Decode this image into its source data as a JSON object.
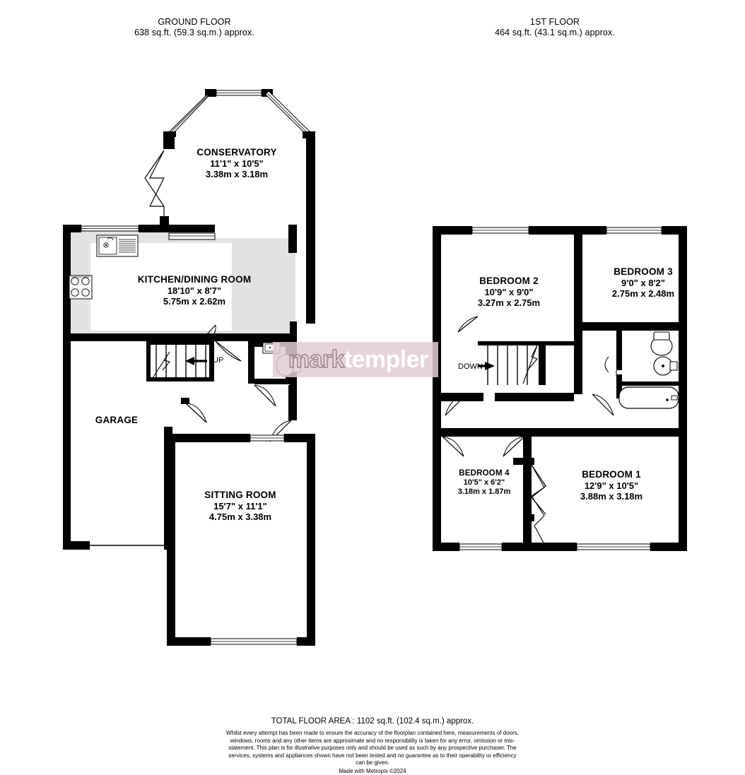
{
  "document": {
    "type": "estate-agent-floorplan",
    "branding_watermark": {
      "text_light": "mark",
      "text_bold": "templer",
      "band_color": "#e3cdd2",
      "bold_text_color": "#ffffff",
      "light_text_outline_color": "#9d7f87"
    }
  },
  "floors": [
    {
      "id": "ground",
      "title": "GROUND FLOOR",
      "area": "638 sq.ft. (59.3 sq.m.) approx."
    },
    {
      "id": "first",
      "title": "1ST FLOOR",
      "area": "464 sq.ft. (43.1 sq.m.) approx."
    }
  ],
  "rooms": {
    "ground": [
      {
        "name": "CONSERVATORY",
        "imperial": "11'1\"  x 10'5\"",
        "metric": "3.38m  x 3.18m"
      },
      {
        "name": "KITCHEN/DINING ROOM",
        "imperial": "18'10\"  x 8'7\"",
        "metric": "5.75m  x 2.62m"
      },
      {
        "name": "GARAGE",
        "imperial": "",
        "metric": ""
      },
      {
        "name": "SITTING ROOM",
        "imperial": "15'7\"  x 11'1\"",
        "metric": "4.75m  x 3.38m"
      }
    ],
    "first": [
      {
        "name": "BEDROOM 2",
        "imperial": "10'9\"  x 9'0\"",
        "metric": "3.27m  x 2.75m"
      },
      {
        "name": "BEDROOM 3",
        "imperial": "9'0\"  x 8'2\"",
        "metric": "2.75m  x 2.48m"
      },
      {
        "name": "BEDROOM 4",
        "imperial": "10'5\"  x 6'2\"",
        "metric": "3.18m  x 1.87m"
      },
      {
        "name": "BEDROOM 1",
        "imperial": "12'9\"  x 10'5\"",
        "metric": "3.88m  x 3.18m"
      }
    ]
  },
  "stairs": {
    "ground_label": "UP",
    "first_label": "DOWN"
  },
  "fixtures": {
    "ground": [
      "kitchen-sink",
      "hob-cooker",
      "wc-toilet",
      "wc-basin"
    ],
    "first": [
      "bathroom-toilet",
      "bathroom-basin",
      "bathtub"
    ]
  },
  "footer": {
    "total_floor_area": "TOTAL FLOOR AREA : 1102 sq.ft. (102.4 sq.m.) approx.",
    "disclaimer": "Whilst every attempt has been made to ensure the accuracy of the floorplan contained here, measurements of doors, windows, rooms and any other items are approximate and no responsibility is taken for any error, omission or mis-statement. This plan is for illustrative purposes only and should be used as such by any prospective purchaser. The services, systems and appliances shown have not been tested and no guarantee as to their operability or efficiency can be given.",
    "made_with": "Made with Metropix ©2024"
  },
  "colors": {
    "wall": "#000000",
    "floor_fill": "#ffffff",
    "kitchen_floor_fill": "#e2e2e2",
    "window_line": "#000000",
    "text": "#000000"
  }
}
